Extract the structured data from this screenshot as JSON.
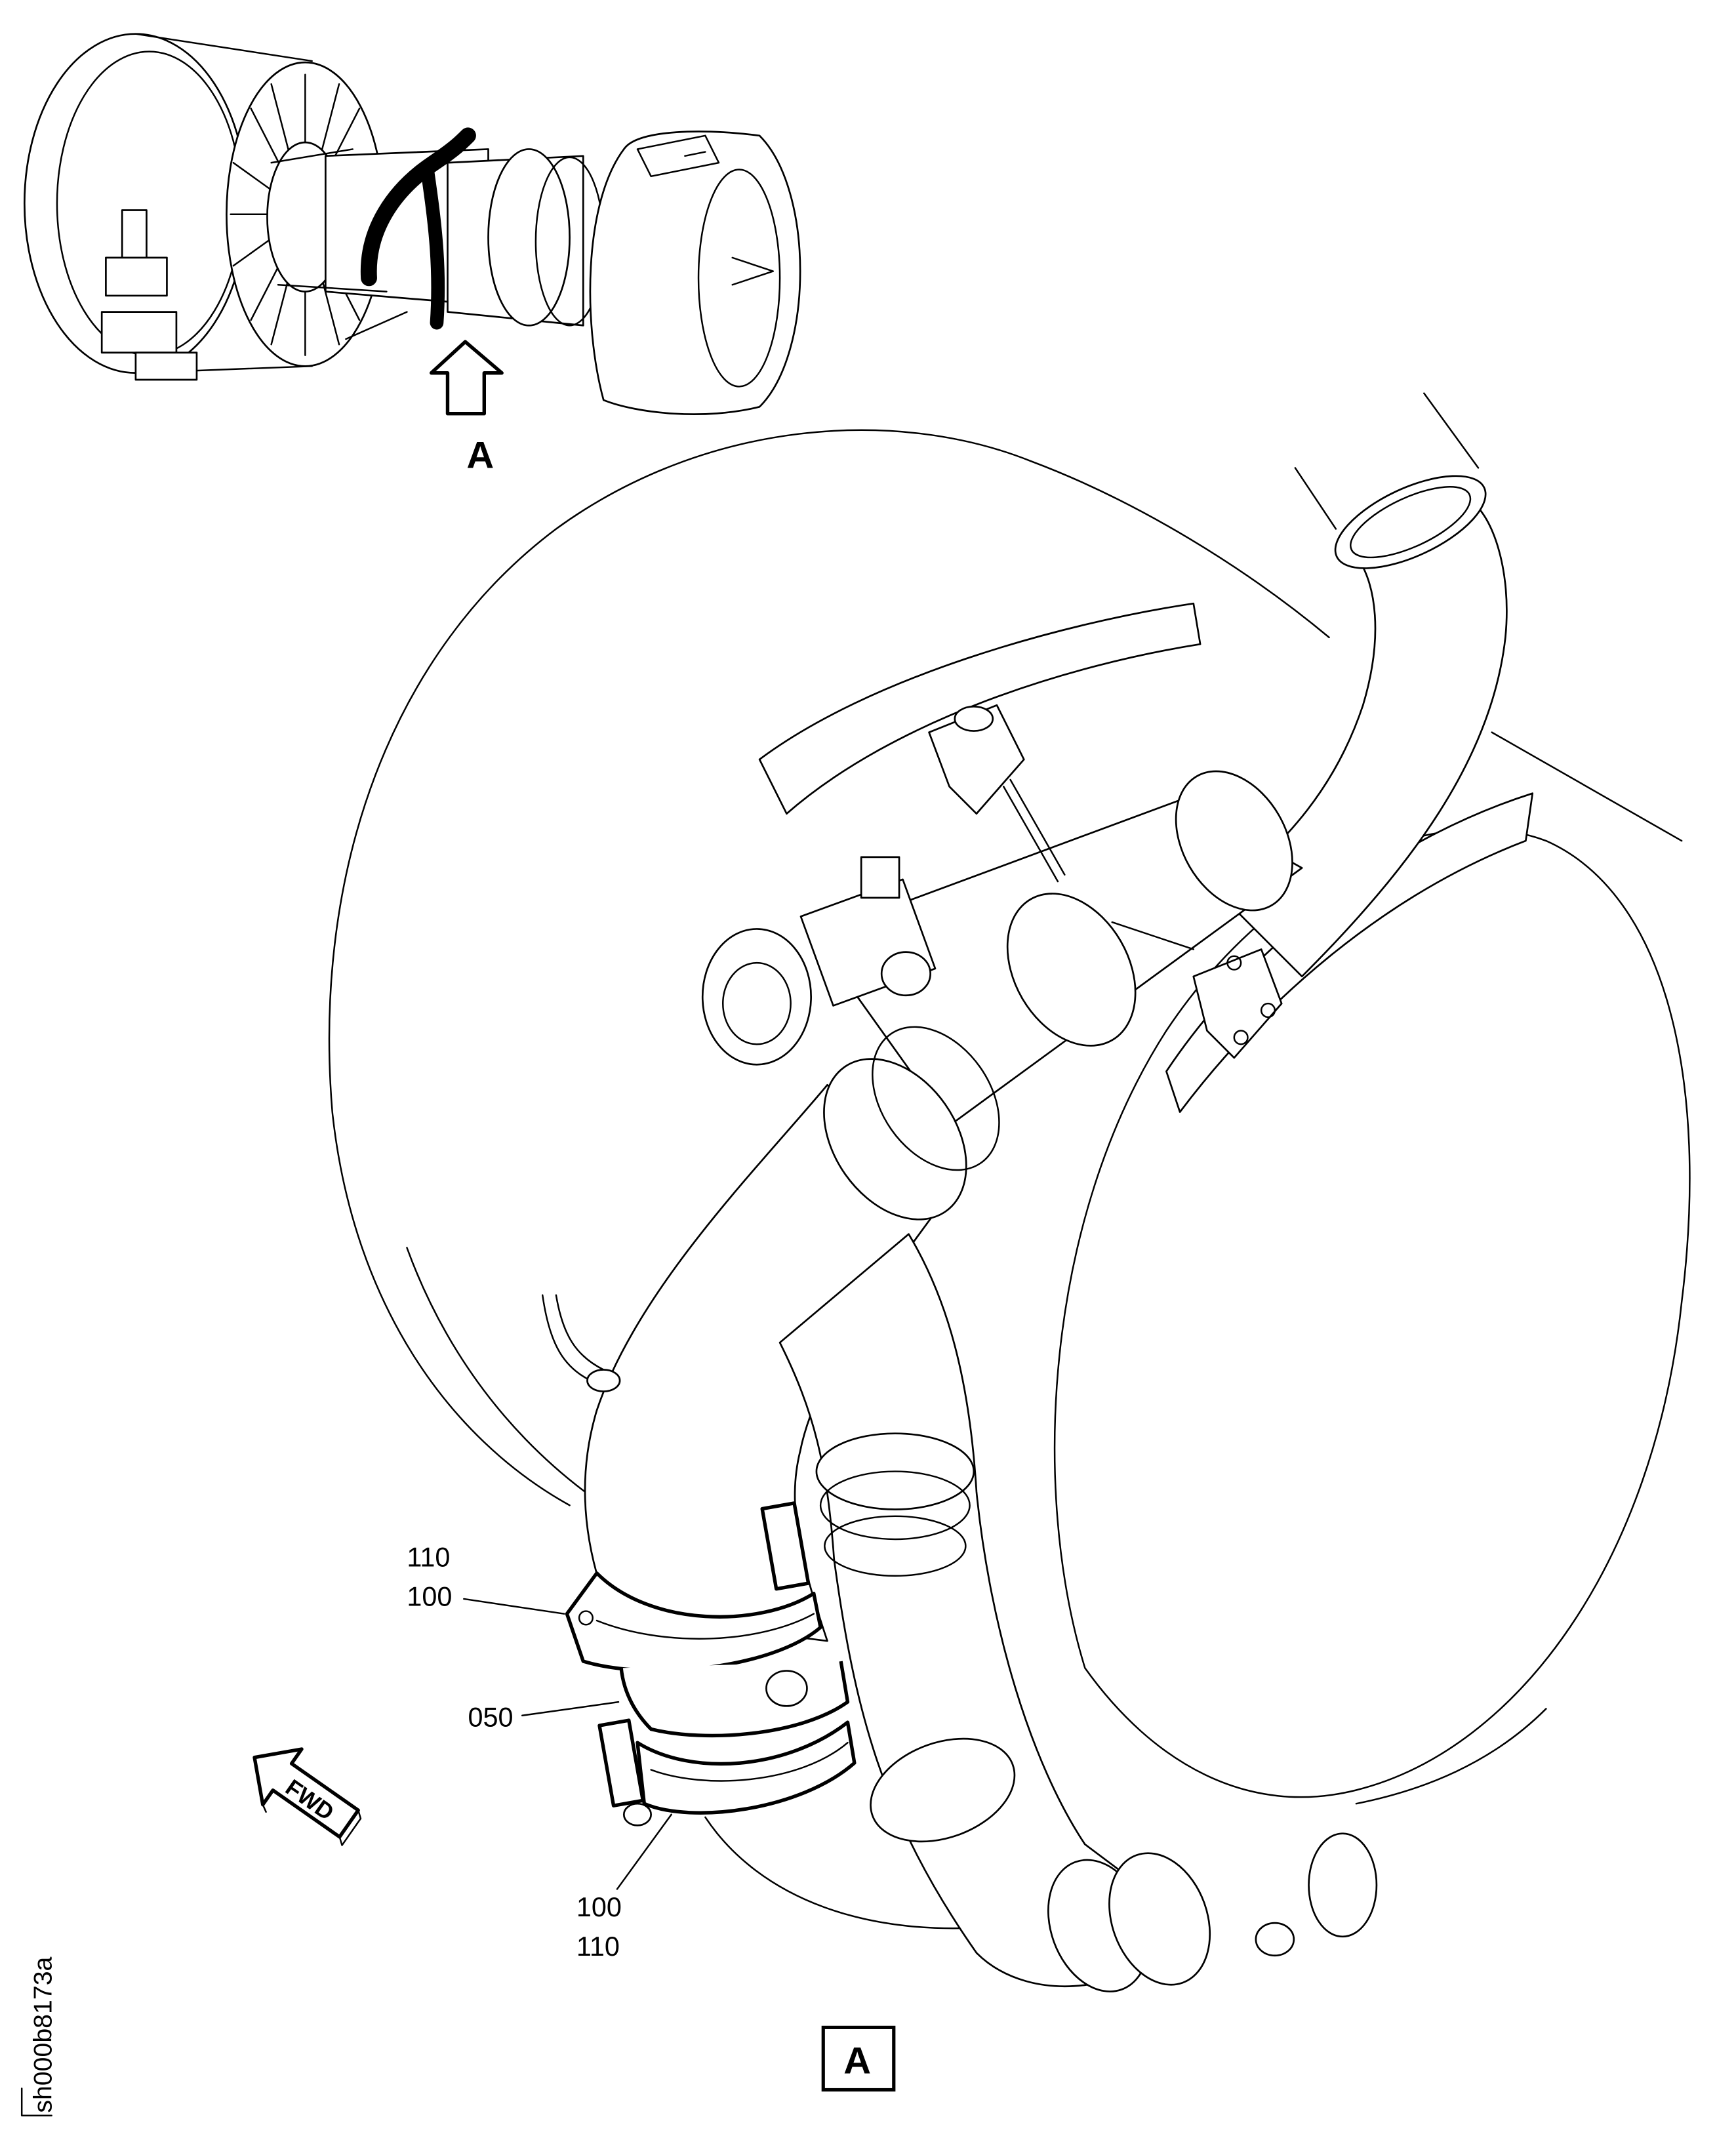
{
  "figure_id": "sh000b8173a",
  "view_callout": "A",
  "view_label": "A",
  "direction_arrow": "FWD",
  "callouts": {
    "upper_clamp": [
      "110",
      "100"
    ],
    "duct": "050",
    "lower_clamp": [
      "100",
      "110"
    ]
  }
}
